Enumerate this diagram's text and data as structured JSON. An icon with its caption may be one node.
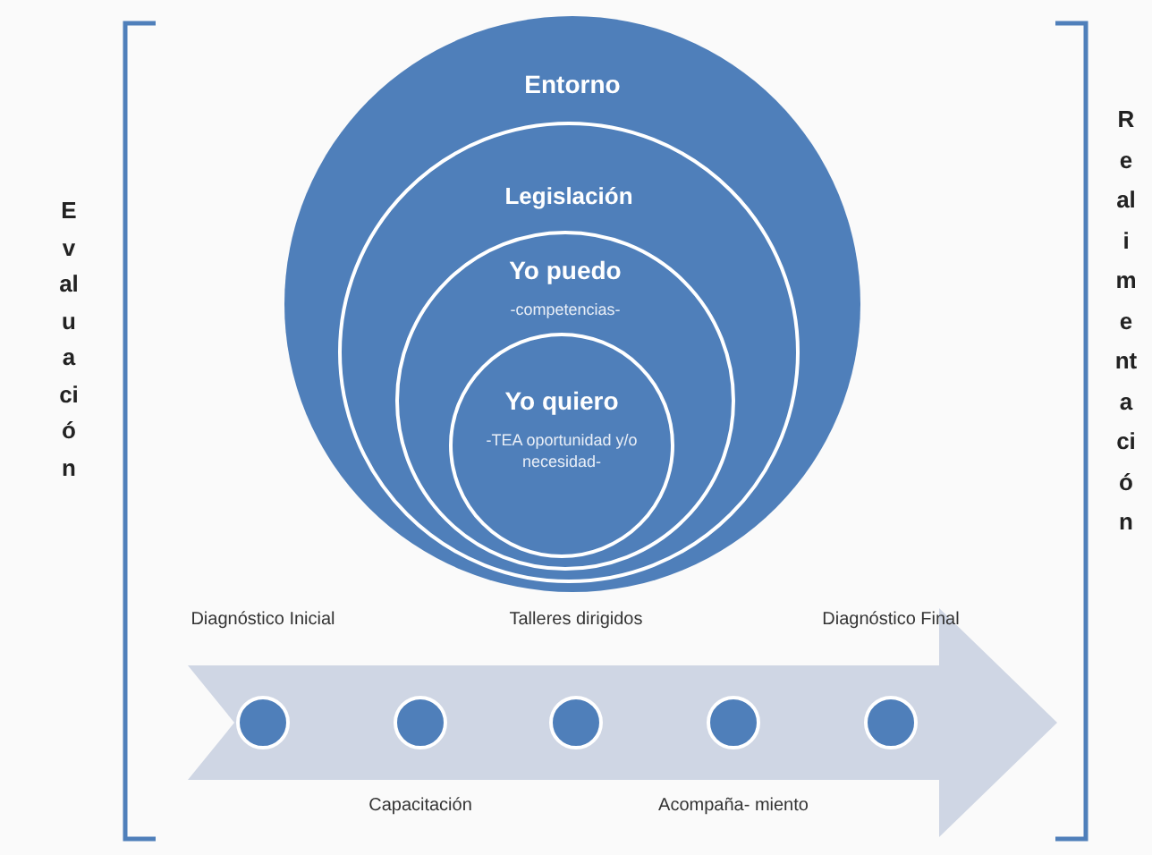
{
  "diagram": {
    "nodes": [
      {
        "text": [
          "Entorno"
        ]
      },
      {
        "text": [
          "Legislación"
        ],
        "in": 0
      },
      {
        "text": [
          "Yo puedo",
          "-competencias-"
        ],
        "in": 1
      },
      {
        "text": [
          "Yo quiero",
          "-TEA oportunidad y/o necesidad-"
        ],
        "in": 2
      },
      {
        "text": [],
        "shape": "arrow"
      },
      {
        "text": [],
        "shape": "circle",
        "in": 4,
        "beside": [
          "Diagnóstico Inicial"
        ]
      },
      {
        "text": [],
        "shape": "circle",
        "in": 4,
        "beside": [
          "Capacitación"
        ]
      },
      {
        "text": [],
        "shape": "circle",
        "in": 4,
        "beside": [
          "Talleres dirigidos"
        ]
      },
      {
        "text": [],
        "shape": "circle",
        "in": 4,
        "beside": [
          "Acompaña- miento"
        ]
      },
      {
        "text": [],
        "shape": "circle",
        "in": 4,
        "beside": [
          "Diagnóstico Final"
        ]
      }
    ],
    "labels": [
      "Evaluación",
      "Realimentación"
    ]
  }
}
